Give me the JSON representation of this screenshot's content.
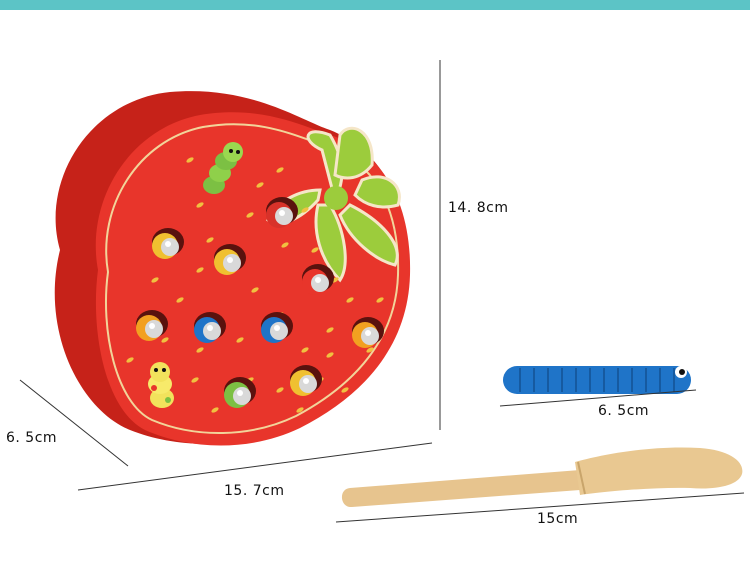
{
  "colors": {
    "top_bar": "#5cc4c6",
    "strawberry_red": "#e8352b",
    "strawberry_dark": "#c4201a",
    "leaf_green": "#9ccc3c",
    "worm_blue": "#1f74c8",
    "wood": "#e4c089"
  },
  "dimensions": {
    "height": "14. 8cm",
    "depth": "6. 5cm",
    "width": "15. 7cm",
    "worm_length": "6. 5cm",
    "stick_length": "15cm"
  }
}
